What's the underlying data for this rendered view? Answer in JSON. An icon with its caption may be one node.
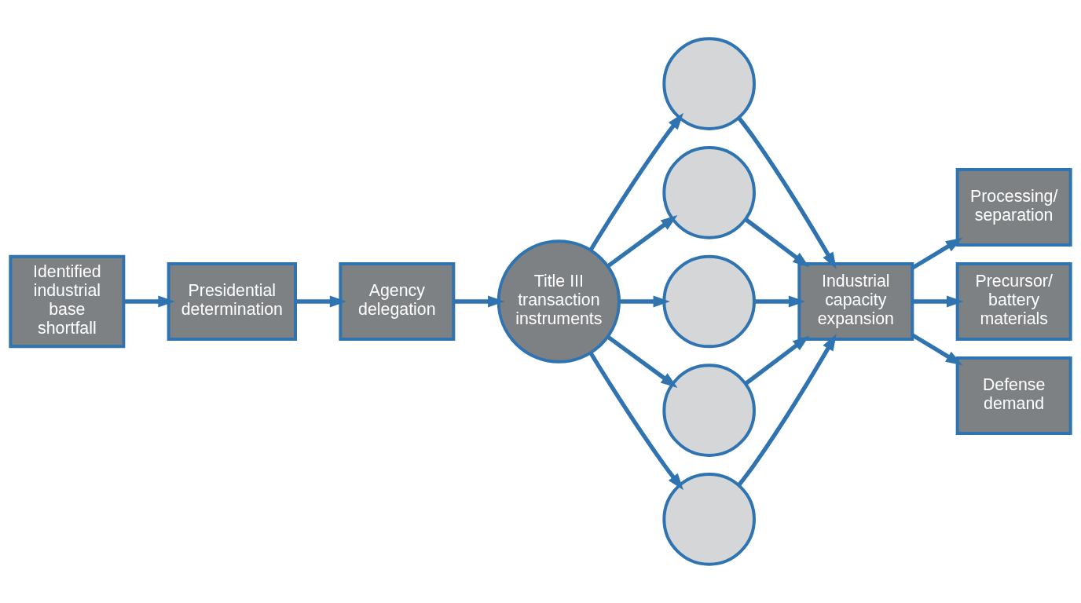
{
  "diagram": {
    "nodes": [
      {
        "text": [
          "Identified industrial base shortfall"
        ]
      },
      {
        "text": [
          "Presidential determination"
        ]
      },
      {
        "text": [
          "Agency delegation"
        ]
      },
      {
        "text": [
          "Title III transaction instruments"
        ]
      },
      {
        "text": [],
        "shape": "circle"
      },
      {
        "text": [],
        "shape": "circle"
      },
      {
        "text": [],
        "shape": "circle"
      },
      {
        "text": [],
        "shape": "circle"
      },
      {
        "text": [],
        "shape": "circle"
      },
      {
        "text": [
          "Industrial capacity expansion"
        ]
      },
      {
        "text": [
          "Processing/ separation"
        ]
      },
      {
        "text": [
          "Precursor/ battery materials"
        ]
      },
      {
        "text": [
          "Defense demand"
        ]
      }
    ],
    "edges": [
      {
        "from": 0,
        "to": 1,
        "arrow": "to"
      },
      {
        "from": 1,
        "to": 2,
        "arrow": "to"
      },
      {
        "from": 2,
        "to": 3,
        "arrow": "to"
      },
      {
        "from": 3,
        "to": 4,
        "arrow": "to"
      },
      {
        "from": 3,
        "to": 5,
        "arrow": "to"
      },
      {
        "from": 3,
        "to": 6,
        "arrow": "to"
      },
      {
        "from": 3,
        "to": 7,
        "arrow": "to"
      },
      {
        "from": 3,
        "to": 8,
        "arrow": "to"
      },
      {
        "from": 4,
        "to": 9,
        "arrow": "to"
      },
      {
        "from": 5,
        "to": 9,
        "arrow": "to"
      },
      {
        "from": 6,
        "to": 9,
        "arrow": "to"
      },
      {
        "from": 7,
        "to": 9,
        "arrow": "to"
      },
      {
        "from": 8,
        "to": 9,
        "arrow": "to"
      },
      {
        "from": 9,
        "to": 10,
        "arrow": "to"
      },
      {
        "from": 9,
        "to": 11,
        "arrow": "to"
      },
      {
        "from": 9,
        "to": 12,
        "arrow": "to"
      }
    ]
  }
}
